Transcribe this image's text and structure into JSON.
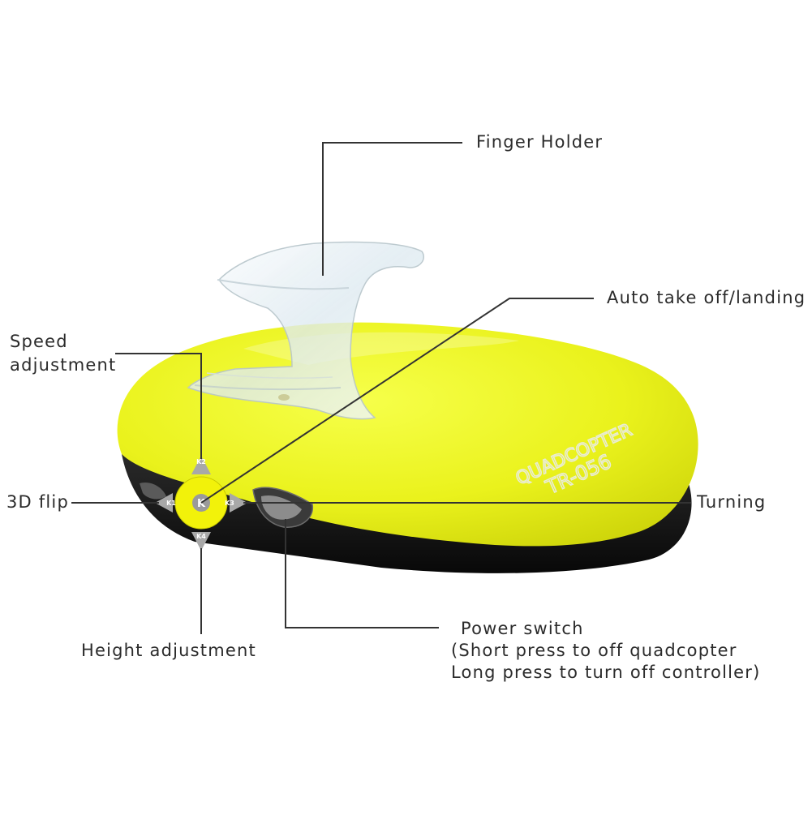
{
  "labels": {
    "finger_holder": "Finger Holder",
    "auto_takeoff": "Auto take off/landing",
    "speed_line1": "Speed",
    "speed_line2": "adjustment",
    "flip": "3D flip",
    "turning": "Turning",
    "height": "Height adjustment",
    "power_line1": "Power switch",
    "power_line2": "(Short press to off quadcopter",
    "power_line3": "Long press to turn off controller)"
  },
  "device": {
    "brand_line1": "QUADCOPTER",
    "brand_line2": "TR-056",
    "body_color": "#eef51e",
    "base_color": "#151515",
    "holder_color": "#e9f2f7"
  },
  "dpad": {
    "center": "K",
    "up": "K2",
    "left": "K1",
    "right": "K3",
    "down": "K4",
    "pad_color": "#f2f20a",
    "arrow_color": "#a8a8a8"
  }
}
